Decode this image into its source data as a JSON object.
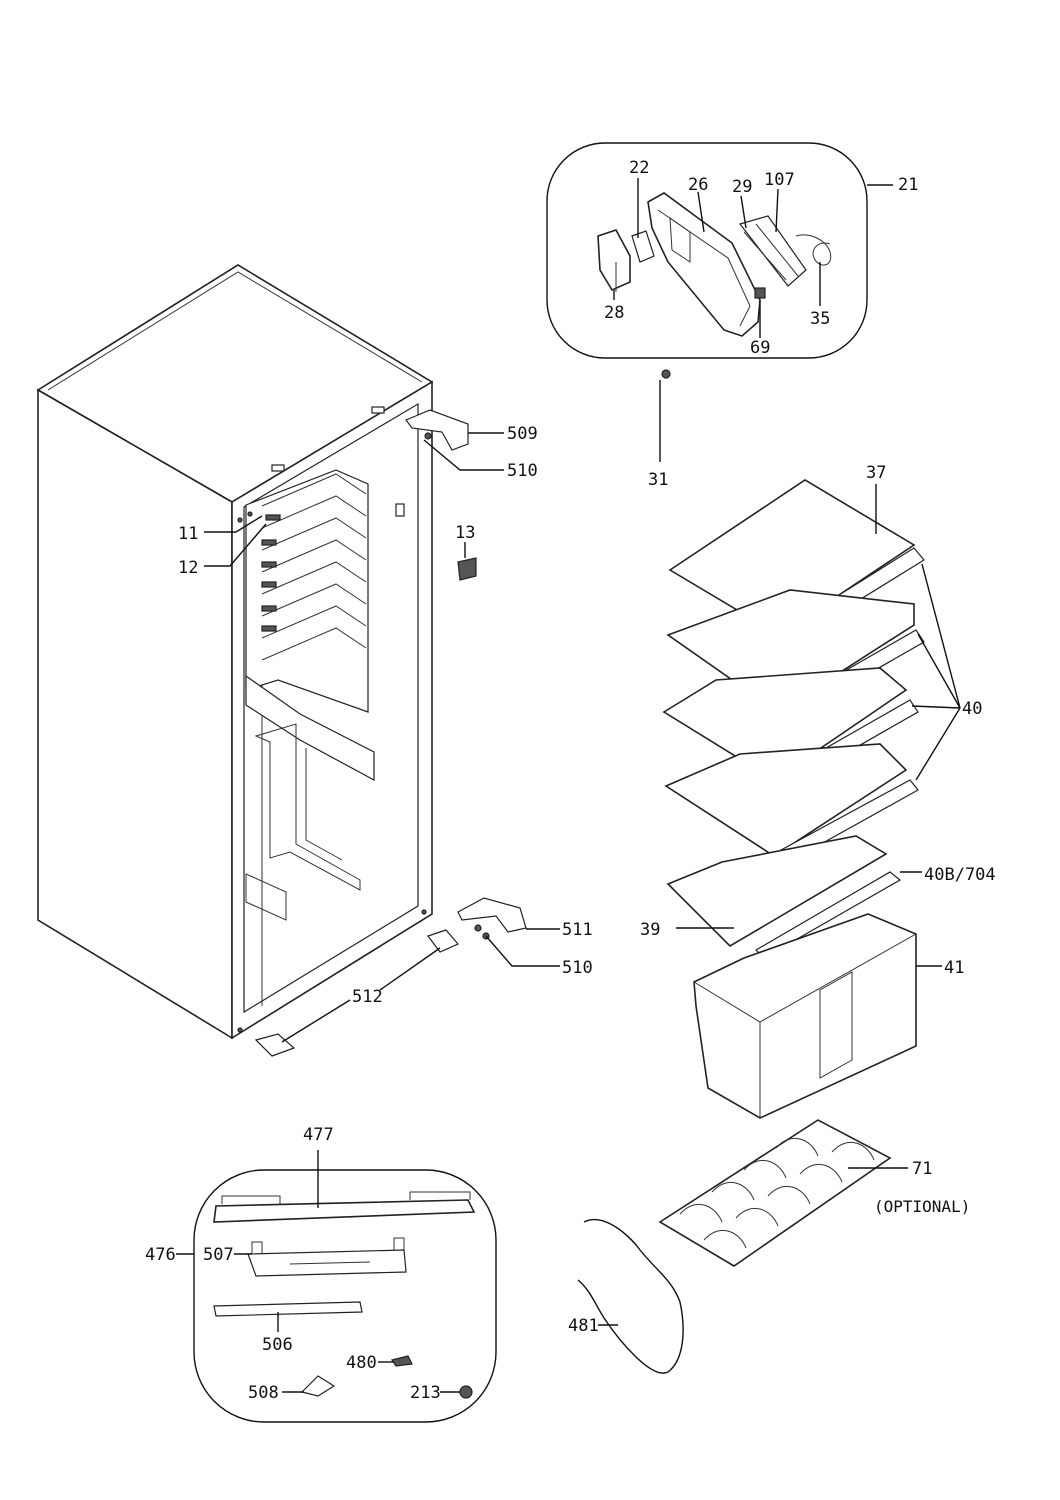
{
  "labels": {
    "p21": "21",
    "p22": "22",
    "p26": "26",
    "p29": "29",
    "p107": "107",
    "p28": "28",
    "p35": "35",
    "p69": "69",
    "p31": "31",
    "p37": "37",
    "p509": "509",
    "p510a": "510",
    "p11": "11",
    "p12": "12",
    "p13": "13",
    "p40": "40",
    "p40b": "40B/704",
    "p39": "39",
    "p41": "41",
    "p511": "511",
    "p510b": "510",
    "p512": "512",
    "p477": "477",
    "p71": "71",
    "optional": "(OPTIONAL)",
    "p476": "476",
    "p507": "507",
    "p506": "506",
    "p480": "480",
    "p481": "481",
    "p508": "508",
    "p213": "213"
  }
}
